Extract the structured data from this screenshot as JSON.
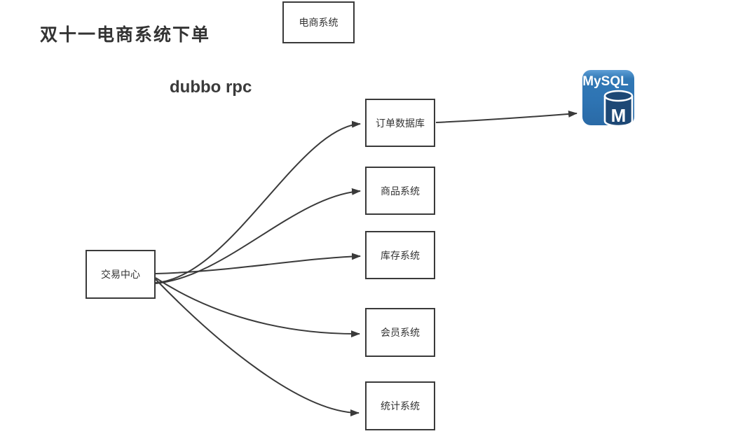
{
  "title": "双十一电商系统下单",
  "annotations": {
    "dubbo": "dubbo rpc"
  },
  "nodes": {
    "ecommerce": {
      "label": "电商系统"
    },
    "trade_center": {
      "label": "交易中心"
    },
    "order_db": {
      "label": "订单数据库"
    },
    "product": {
      "label": "商品系统"
    },
    "inventory": {
      "label": "库存系统"
    },
    "member": {
      "label": "会员系统"
    },
    "stats": {
      "label": "统计系统"
    }
  },
  "connectors": [
    {
      "from": "trade_center",
      "to": "order_db"
    },
    {
      "from": "trade_center",
      "to": "product"
    },
    {
      "from": "trade_center",
      "to": "inventory"
    },
    {
      "from": "trade_center",
      "to": "member"
    },
    {
      "from": "trade_center",
      "to": "stats"
    },
    {
      "from": "order_db",
      "to": "mysql_db"
    }
  ],
  "mysql_icon": {
    "label": "MySQL",
    "letter": "M"
  },
  "colors": {
    "line": "#3a3a3a",
    "box_border": "#3a3a3a",
    "text": "#333333",
    "mysql_blue_top": "#5e9fd6",
    "mysql_blue": "#2e74b3",
    "mysql_cylinder": "#1d4875",
    "background": "#ffffff"
  }
}
